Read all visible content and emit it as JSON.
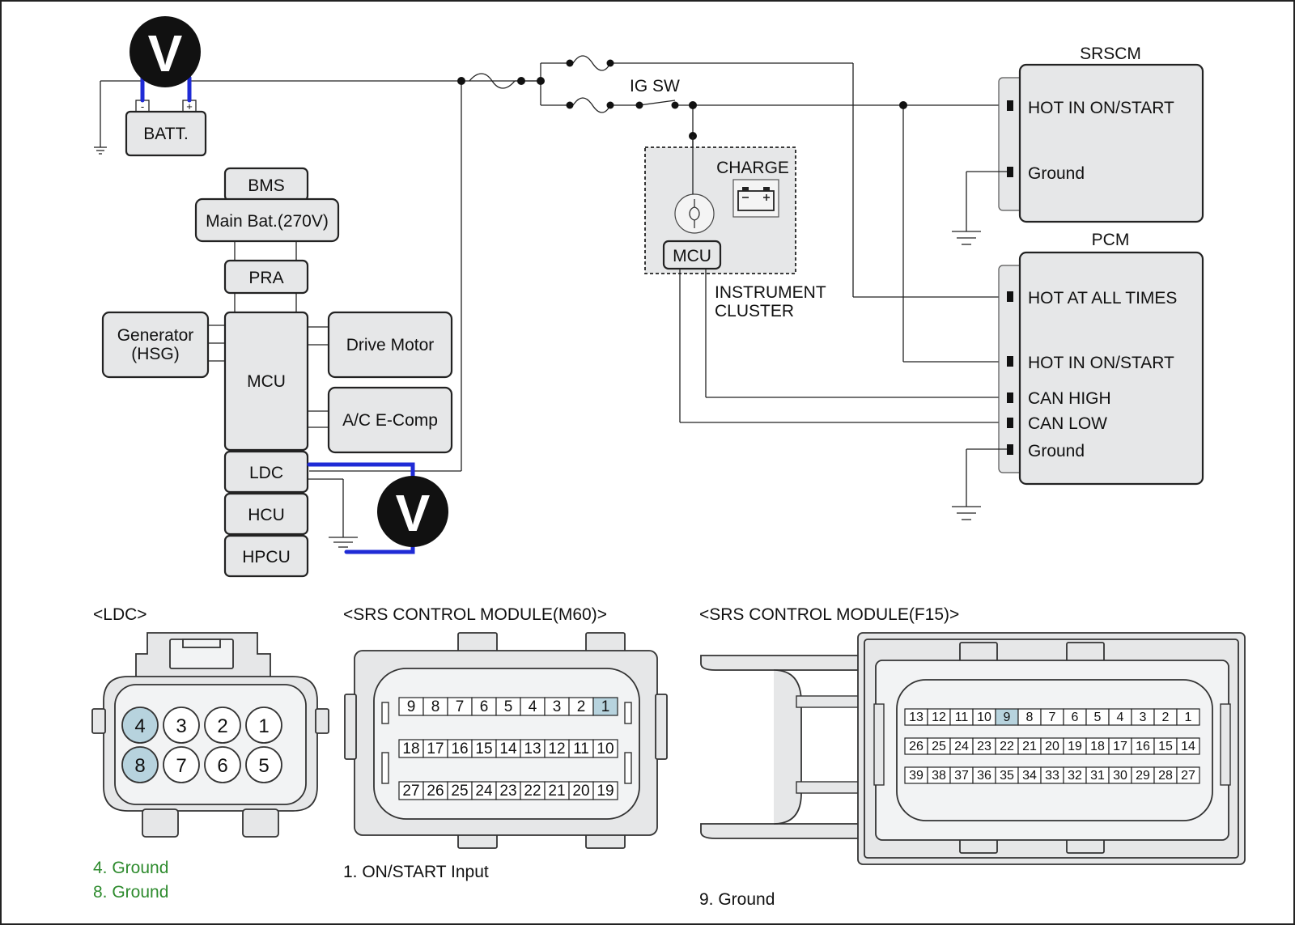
{
  "battery": {
    "label": "BATT.",
    "minus": "-",
    "plus": "+"
  },
  "voltmeter": {
    "symbol": "V"
  },
  "hybrid": {
    "bms": "BMS",
    "main_bat": "Main Bat.(270V)",
    "pra": "PRA",
    "generator_line1": "Generator",
    "generator_line2": "(HSG)",
    "mcu": "MCU",
    "drive_motor": "Drive Motor",
    "ac_ecomp": "A/C E-Comp",
    "ldc": "LDC",
    "hcu": "HCU",
    "hpcu": "HPCU"
  },
  "ig_sw": "IG SW",
  "cluster": {
    "charge": "CHARGE",
    "mcu": "MCU",
    "name_line1": "INSTRUMENT",
    "name_line2": "CLUSTER"
  },
  "srscm": {
    "title": "SRSCM",
    "pins": [
      "HOT IN ON/START",
      "Ground"
    ]
  },
  "pcm": {
    "title": "PCM",
    "pins": [
      "HOT AT ALL TIMES",
      "HOT IN ON/START",
      "CAN HIGH",
      "CAN LOW",
      "Ground"
    ]
  },
  "connectors": {
    "ldc": {
      "title": "<LDC>",
      "rows": [
        [
          "4",
          "3",
          "2",
          "1"
        ],
        [
          "8",
          "7",
          "6",
          "5"
        ]
      ],
      "highlighted": [
        "4",
        "8"
      ],
      "notes": [
        "4. Ground",
        "8. Ground"
      ],
      "note_color": "#2e8b2e"
    },
    "m60": {
      "title": "<SRS CONTROL MODULE(M60)>",
      "rows": [
        [
          "9",
          "8",
          "7",
          "6",
          "5",
          "4",
          "3",
          "2",
          "1"
        ],
        [
          "18",
          "17",
          "16",
          "15",
          "14",
          "13",
          "12",
          "11",
          "10"
        ],
        [
          "27",
          "26",
          "25",
          "24",
          "23",
          "22",
          "21",
          "20",
          "19"
        ]
      ],
      "highlighted": [
        "1"
      ],
      "note": "1. ON/START Input"
    },
    "f15": {
      "title": "<SRS CONTROL MODULE(F15)>",
      "rows": [
        [
          "13",
          "12",
          "11",
          "10",
          "9",
          "8",
          "7",
          "6",
          "5",
          "4",
          "3",
          "2",
          "1"
        ],
        [
          "26",
          "25",
          "24",
          "23",
          "22",
          "21",
          "20",
          "19",
          "18",
          "17",
          "16",
          "15",
          "14"
        ],
        [
          "39",
          "38",
          "37",
          "36",
          "35",
          "34",
          "33",
          "32",
          "31",
          "30",
          "29",
          "28",
          "27"
        ]
      ],
      "highlighted": [
        "9"
      ],
      "note": "9. Ground"
    }
  },
  "colors": {
    "box_fill": "#e6e7e8",
    "wire_blue": "#1f2bd6",
    "highlight": "#b7d3de",
    "note_green": "#2e8b2e"
  }
}
